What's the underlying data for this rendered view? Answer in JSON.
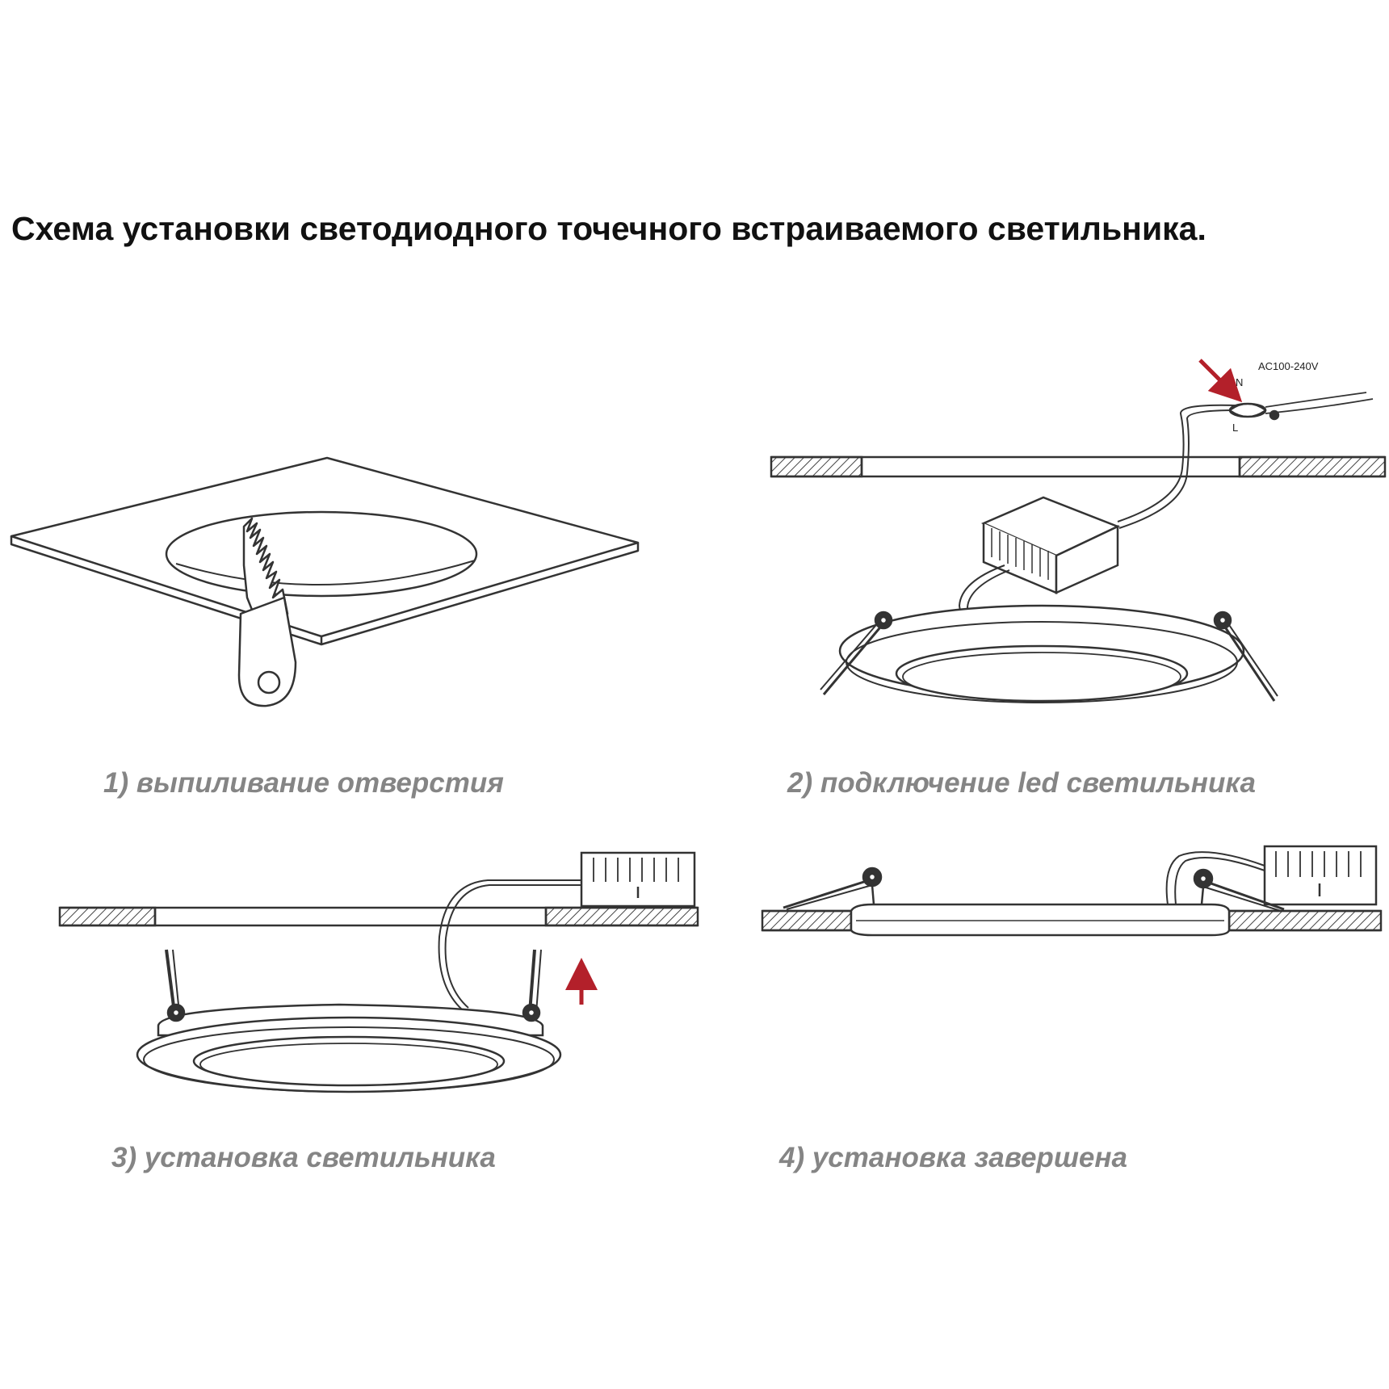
{
  "title": "Схема установки светодиодного точечного встраиваемого светильника.",
  "steps": [
    {
      "caption": "1) выпиливание отверстия"
    },
    {
      "caption": "2) подключение led светильника"
    },
    {
      "caption": "3) установка светильника"
    },
    {
      "caption": "4) установка завершена"
    }
  ],
  "wiring": {
    "voltage": "AC100-240V",
    "neutral": "N",
    "live": "L"
  },
  "colors": {
    "line": "#333333",
    "accent_arrow": "#b3202a",
    "caption": "#858585"
  }
}
